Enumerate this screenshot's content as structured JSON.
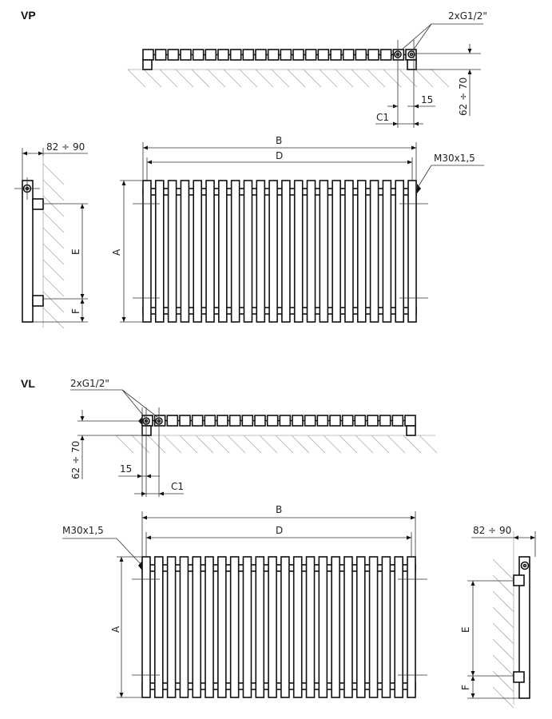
{
  "sections": [
    {
      "id": "VP",
      "label": "VP",
      "connection_label": "2xG1/2\"",
      "dim_wall_distance": "62 ÷ 70",
      "dim_15": "15",
      "dim_c1": "C1",
      "dim_b": "B",
      "dim_d": "D",
      "dim_a": "A",
      "vent_label": "M30x1,5",
      "dim_depth": "82 ÷ 90",
      "dim_e": "E",
      "dim_f": "F"
    },
    {
      "id": "VL",
      "label": "VL",
      "connection_label": "2xG1/2\"",
      "dim_wall_distance": "62 ÷ 70",
      "dim_15": "15",
      "dim_c1": "C1",
      "dim_b": "B",
      "dim_d": "D",
      "dim_a": "A",
      "vent_label": "M30x1,5",
      "dim_depth": "82 ÷ 90",
      "dim_e": "E",
      "dim_f": "F"
    }
  ],
  "colors": {
    "line": "#111111",
    "hatch": "#aaaaaa"
  }
}
